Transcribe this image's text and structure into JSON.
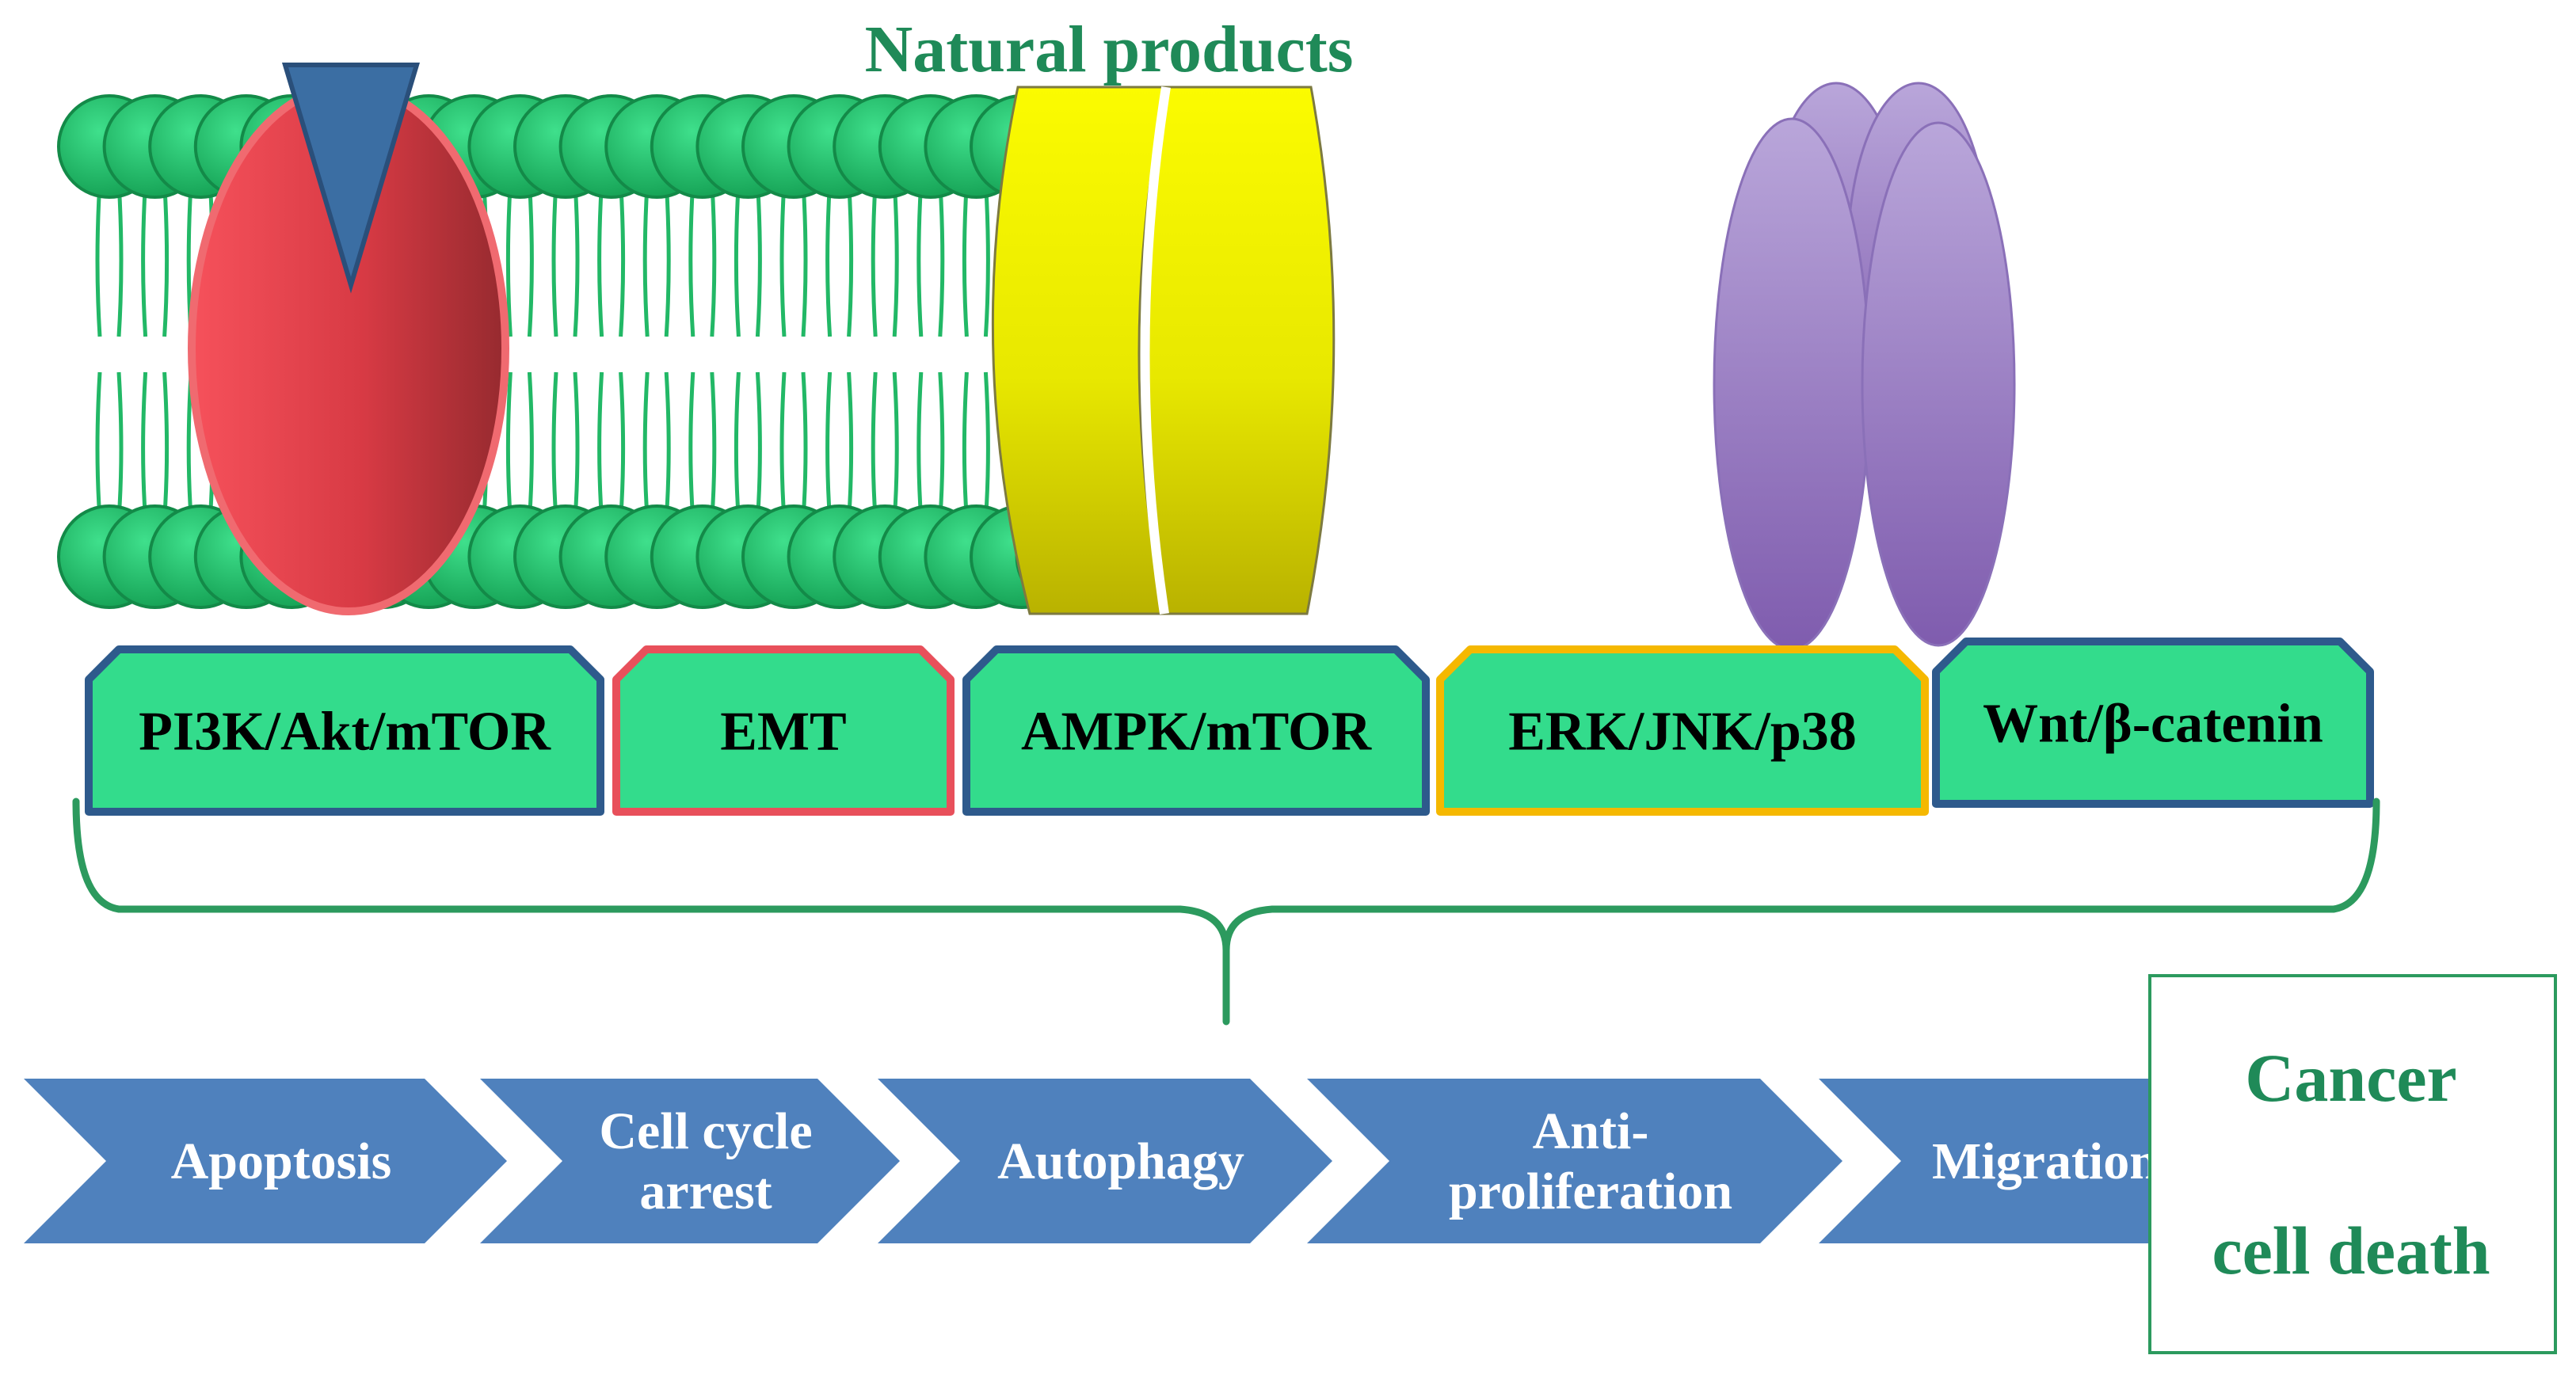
{
  "title": "Natural products",
  "colors": {
    "membrane": "#22b866",
    "membrane_dark": "#138a48",
    "box_fill": "#33dc8c",
    "navy": "#2e5a8c",
    "red_border": "#e8505b",
    "gold_border": "#f5b800",
    "arrow_fill": "#4f81bd",
    "title_green": "#1f8a58"
  },
  "pathways": [
    {
      "label": "PI3K/Akt/mTOR"
    },
    {
      "label": "EMT"
    },
    {
      "label": "AMPK/mTOR"
    },
    {
      "label": "ERK/JNK/p38"
    },
    {
      "label": "Wnt/β-catenin"
    }
  ],
  "outcomes": [
    {
      "lines": [
        "Apoptosis"
      ]
    },
    {
      "lines": [
        "Cell cycle",
        "arrest"
      ]
    },
    {
      "lines": [
        "Autophagy"
      ]
    },
    {
      "lines": [
        "Anti-",
        "proliferation"
      ]
    },
    {
      "lines": [
        "Migration"
      ]
    }
  ],
  "result": {
    "line1": "Cancer",
    "line2": "cell death"
  }
}
